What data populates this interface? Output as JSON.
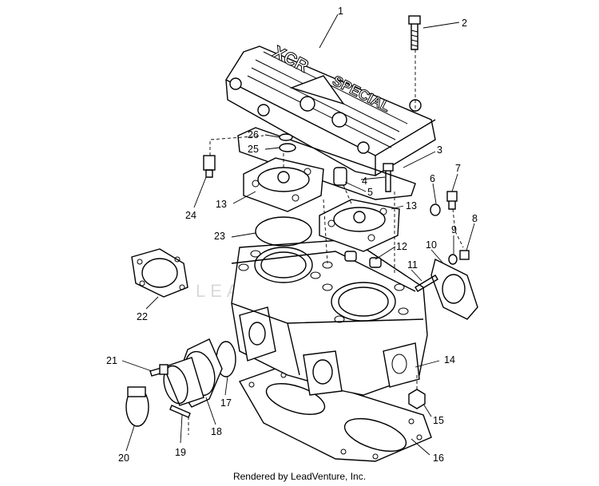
{
  "diagram": {
    "callouts": [
      "1",
      "2",
      "3",
      "4",
      "5",
      "6",
      "7",
      "8",
      "9",
      "10",
      "11",
      "12",
      "13",
      "13",
      "14",
      "15",
      "16",
      "17",
      "18",
      "19",
      "20",
      "21",
      "22",
      "23",
      "24",
      "25",
      "26"
    ],
    "head_cover_logo": "XCR",
    "head_cover_text": "SPECIAL",
    "watermark": "LEADVENTURE"
  },
  "footer": {
    "credit": "Rendered by LeadVenture, Inc."
  }
}
